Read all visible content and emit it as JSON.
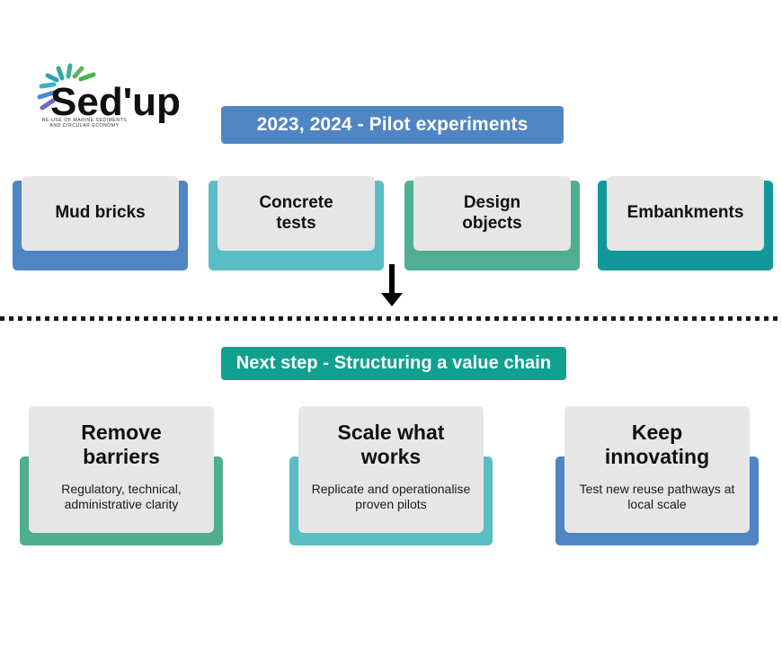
{
  "logo": {
    "wordmark": "Sed'up",
    "tagline_line1": "RE-USE OF MARINE SEDIMENTS",
    "tagline_line2": "AND CIRCULAR ECONOMY",
    "accent_colors": [
      "#4CAF50",
      "#3FAE8E",
      "#35B6C4",
      "#4A8BD0",
      "#7E6BC4"
    ]
  },
  "sections": {
    "pilot": {
      "banner_label": "2023, 2024 - Pilot experiments",
      "banner_color": "#5085C3",
      "cards": [
        {
          "title": "Mud bricks",
          "color": "#5085C3"
        },
        {
          "title": "Concrete\ntests",
          "color": "#5BBDC4"
        },
        {
          "title": "Design\nobjects",
          "color": "#4FAE93"
        },
        {
          "title": "Embankments",
          "color": "#12989A"
        }
      ]
    },
    "next_step": {
      "banner_label": "Next step - Structuring a value chain",
      "banner_color": "#10A18E",
      "cards": [
        {
          "title": "Remove\nbarriers",
          "desc": "Regulatory, technical,\nadministrative clarity",
          "color": "#4FAE8C"
        },
        {
          "title": "Scale what\nworks",
          "desc": "Replicate and operationalise\nproven pilots",
          "color": "#5BBDC4"
        },
        {
          "title": "Keep\ninnovating",
          "desc": "Test new reuse pathways at\nlocal scale",
          "color": "#5085C3"
        }
      ]
    }
  },
  "connector": {
    "arrow_direction": "down"
  },
  "divider": {
    "style": "dotted",
    "color": "#1a1a1a"
  }
}
